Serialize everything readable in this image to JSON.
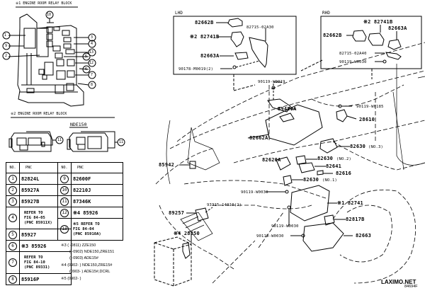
{
  "relay_block_1": {
    "title": "※1 ENGINE ROOM RELAY BLOCK",
    "callouts": [
      "1",
      "9",
      "2",
      "10",
      "3",
      "4",
      "13",
      "5",
      "12",
      "6",
      "7",
      "8"
    ]
  },
  "relay_block_2": {
    "title": "※2 ENGINE ROOM RELAY BLOCK",
    "variant_label": "NDE150",
    "callouts": [
      "11",
      "11"
    ]
  },
  "table_left": {
    "col_no": "NO.",
    "col_pnc": "PNC",
    "rows": [
      {
        "no": "1",
        "pnc": "82824L"
      },
      {
        "no": "2",
        "pnc": "85927A"
      },
      {
        "no": "3",
        "pnc": "85927B"
      },
      {
        "no": "4",
        "pnc": "REFER TO\nFIG 84-05\n(PNC 85911X)"
      },
      {
        "no": "5",
        "pnc": "85927"
      },
      {
        "no": "6",
        "pnc": "※3 85926"
      },
      {
        "no": "7",
        "pnc": "REFER TO\nFIG 84-10\n(PNC 89331)"
      },
      {
        "no": "8",
        "pnc": "85916P"
      }
    ]
  },
  "table_right": {
    "col_no": "NO.",
    "col_pnc": "PNC",
    "rows": [
      {
        "no": "9",
        "pnc": "82600F"
      },
      {
        "no": "10",
        "pnc": "82210J"
      },
      {
        "no": "11",
        "pnc": "87346K"
      },
      {
        "no": "12",
        "pnc": "※4 85926"
      },
      {
        "no": "13",
        "pnc": "※5 REFER TO\nFIG 84-04\n(PNC 85910A)"
      }
    ]
  },
  "notes": [
    "※3 (      -0811) ZZE150",
    "(      -0902) NDE150,ZRE151",
    "(      -0903) ADE15#",
    "※4 (0902-      ) NDE150,ZRE15#",
    "(0903-      ) ADE15#,DCRL",
    "※5 (0902-      )"
  ],
  "lhd_box": {
    "title": "LHD",
    "parts": [
      "82662B",
      "※2 82741B",
      "82715-02A30",
      "82663A",
      "90178-M0019(2)"
    ]
  },
  "rhd_box": {
    "title": "RHD",
    "parts": [
      "※2 82741B",
      "82663A",
      "82662B",
      "82715-02A40",
      "90119-W0030"
    ]
  },
  "main_parts": {
    "p90119_w0019": "90119-W0019",
    "p89480a": "89480A",
    "p90119_w0185": "90119-W0185",
    "p28610": "28610",
    "p82662a": "82662A",
    "p82630_3": "82630",
    "p82630_3_sfx": "(NO.3)",
    "p85942": "85942",
    "p82620a": "82620A",
    "p82630_2": "82630",
    "p82630_2_sfx": "(NO.2)",
    "p82641": "82641",
    "p82616": "82616",
    "p90119_w0030_a": "90119-W0030",
    "p82630_1": "82630",
    "p82630_1_sfx": "(NO.1)",
    "p93315": "93315-14010(2)",
    "p82741": "※1 82741",
    "p89257": "89257",
    "p90119_w0030_b": "90119-W0030",
    "p82817b": "82817B",
    "p28850": "※4 28850",
    "p90119_w0030_c": "90119-W0030",
    "p82663": "82663"
  },
  "watermark": "LAXIMO.NET",
  "figure_id": "84694F"
}
